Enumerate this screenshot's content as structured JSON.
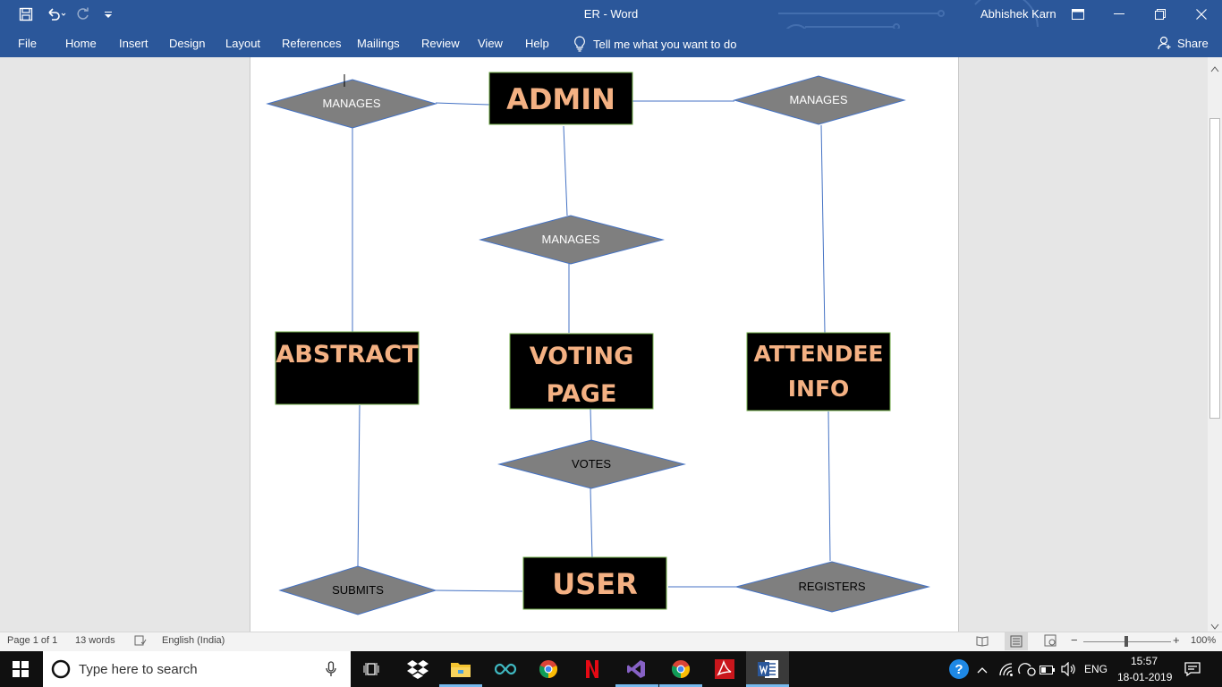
{
  "window": {
    "title": "ER  -  Word",
    "user": "Abhishek Karn"
  },
  "ribbon": {
    "tabs": [
      "File",
      "Home",
      "Insert",
      "Design",
      "Layout",
      "References",
      "Mailings",
      "Review",
      "View",
      "Help"
    ],
    "tell_me": "Tell me what you want to do",
    "share": "Share"
  },
  "diagram": {
    "entities": {
      "admin": "ADMIN",
      "abstract": "ABSTRACT",
      "voting_line1": "VOTING",
      "voting_line2": "PAGE",
      "attendee_line1": "ATTENDEE",
      "attendee_line2": "INFO",
      "user": "USER"
    },
    "relationships": {
      "manages_left": "MANAGES",
      "manages_right": "MANAGES",
      "manages_center": "MANAGES",
      "votes": "VOTES",
      "submits": "SUBMITS",
      "registers": "REGISTERS"
    }
  },
  "status": {
    "page": "Page 1 of 1",
    "words": "13 words",
    "language": "English (India)",
    "zoom": "100%"
  },
  "taskbar": {
    "search_placeholder": "Type here to search",
    "lang": "ENG",
    "time": "15:57",
    "date": "18-01-2019"
  },
  "colors": {
    "ribbon": "#2b579a",
    "entity_fill": "#000000",
    "entity_text": "#f4b183",
    "relationship_fill": "#7f7f7f",
    "connector": "#4472c4"
  }
}
